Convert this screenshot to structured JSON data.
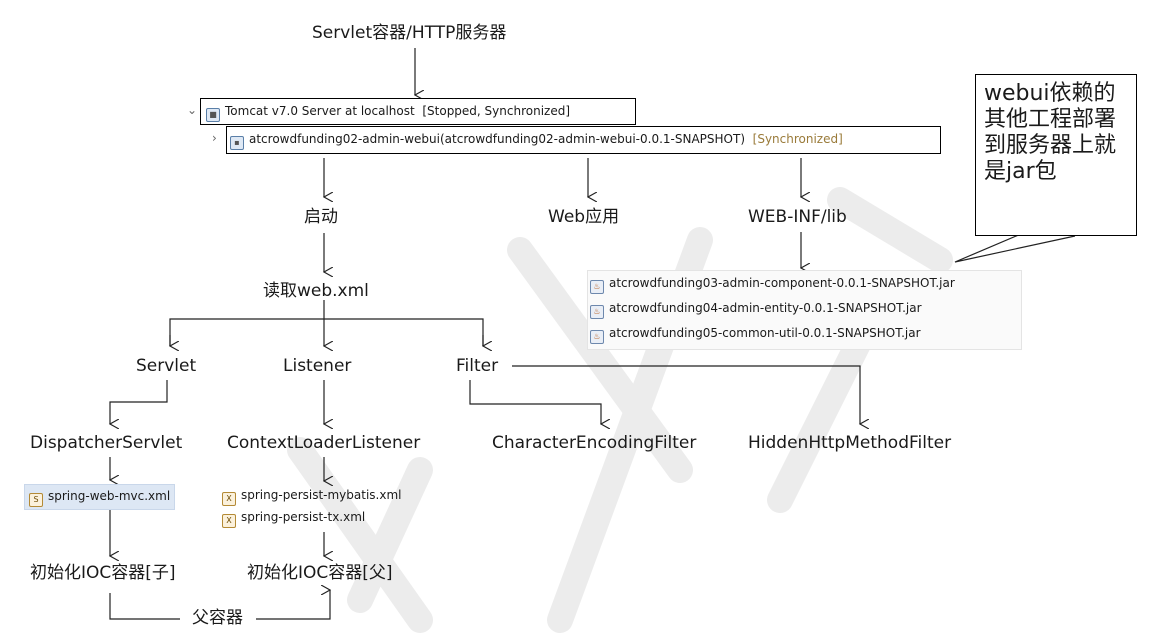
{
  "top": {
    "title": "Servlet容器/HTTP服务器"
  },
  "server_tree": {
    "server_label": "Tomcat v7.0 Server at localhost",
    "server_status": "[Stopped, Synchronized]",
    "module_label": "atcrowdfunding02-admin-webui(atcrowdfunding02-admin-webui-0.0.1-SNAPSHOT)",
    "module_status": "[Synchronized]"
  },
  "callout": {
    "text": "webui依赖的其他工程部署到服务器上就是jar包"
  },
  "nodes": {
    "startup": "启动",
    "web_app": "Web应用",
    "web_inf_lib": "WEB-INF/lib",
    "read_web_xml": "读取web.xml",
    "servlet": "Servlet",
    "listener": "Listener",
    "filter": "Filter",
    "dispatcher_servlet": "DispatcherServlet",
    "context_loader_listener": "ContextLoaderListener",
    "character_encoding_filter": "CharacterEncodingFilter",
    "hidden_http_method_filter": "HiddenHttpMethodFilter",
    "init_child": "初始化IOC容器[子]",
    "init_parent": "初始化IOC容器[父]",
    "parent_container": "父容器"
  },
  "files": {
    "spring_web_mvc": "spring-web-mvc.xml",
    "persist_mybatis": "spring-persist-mybatis.xml",
    "persist_tx": "spring-persist-tx.xml"
  },
  "jars": [
    "atcrowdfunding03-admin-component-0.0.1-SNAPSHOT.jar",
    "atcrowdfunding04-admin-entity-0.0.1-SNAPSHOT.jar",
    "atcrowdfunding05-common-util-0.0.1-SNAPSHOT.jar"
  ]
}
